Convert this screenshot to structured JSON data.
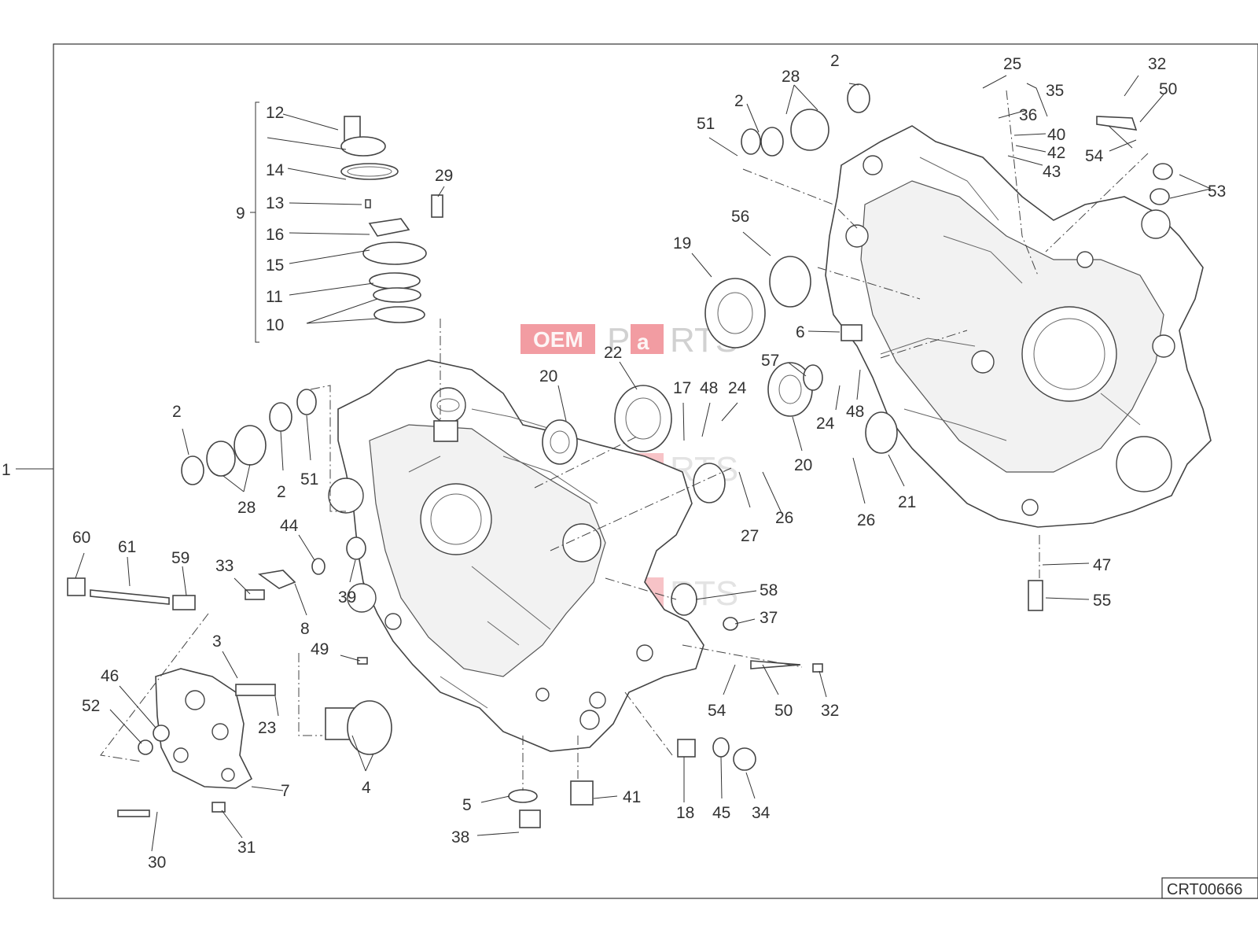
{
  "diagram": {
    "drawing_code": "CRT00666",
    "watermark": {
      "part1": "OEM",
      "part2": "P",
      "part3": "a",
      "part4": "RTS"
    },
    "callouts": {
      "c1": "1",
      "c2a": "2",
      "c2b": "2",
      "c2c": "2",
      "c2d": "2",
      "c3": "3",
      "c4": "4",
      "c5": "5",
      "c6": "6",
      "c7": "7",
      "c8": "8",
      "c9": "9",
      "c10": "10",
      "c11": "11",
      "c12": "12",
      "c13": "13",
      "c14": "14",
      "c15": "15",
      "c16": "16",
      "c17": "17",
      "c18": "18",
      "c19": "19",
      "c20a": "20",
      "c20b": "20",
      "c21": "21",
      "c22": "22",
      "c23": "23",
      "c24a": "24",
      "c24b": "24",
      "c25": "25",
      "c26a": "26",
      "c26b": "26",
      "c27": "27",
      "c28a": "28",
      "c28b": "28",
      "c29": "29",
      "c30": "30",
      "c31": "31",
      "c32a": "32",
      "c32b": "32",
      "c33": "33",
      "c34": "34",
      "c35": "35",
      "c36": "36",
      "c37": "37",
      "c38": "38",
      "c39": "39",
      "c40": "40",
      "c41": "41",
      "c42": "42",
      "c43": "43",
      "c44": "44",
      "c45": "45",
      "c46": "46",
      "c47": "47",
      "c48a": "48",
      "c48b": "48",
      "c49": "49",
      "c50a": "50",
      "c50b": "50",
      "c51a": "51",
      "c51b": "51",
      "c52": "52",
      "c53": "53",
      "c54a": "54",
      "c54b": "54",
      "c55": "55",
      "c56": "56",
      "c57": "57",
      "c58": "58",
      "c59": "59",
      "c60": "60",
      "c61": "61"
    }
  }
}
